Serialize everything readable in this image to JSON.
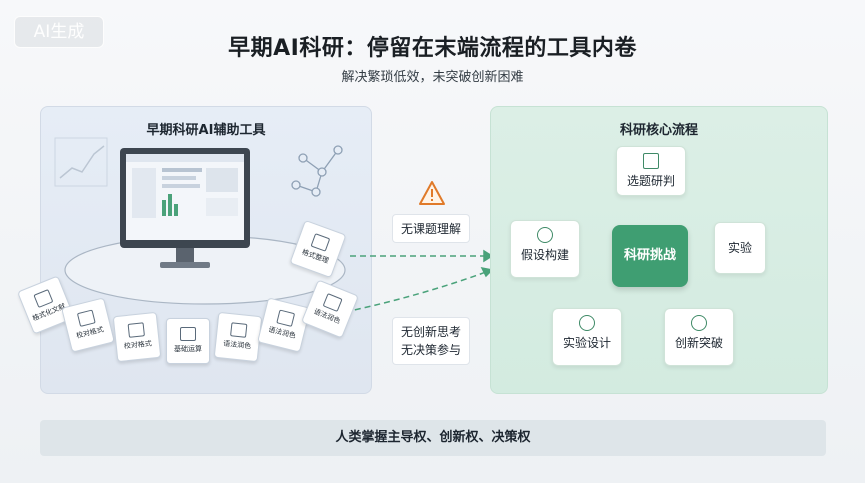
{
  "watermark": "AI生成",
  "title": "早期AI科研：停留在末端流程的工具内卷",
  "subtitle": "解决繁琐低效，未突破创新困难",
  "left_panel": {
    "title": "早期科研AI辅助工具",
    "cards": [
      "格式整理",
      "格式化文献",
      "校对格式",
      "校对格式",
      "基础运算",
      "语法润色",
      "语法润色",
      "语法润色"
    ]
  },
  "middle": {
    "top_label": "无课题理解",
    "bottom_label_1": "无创新思考",
    "bottom_label_2": "无决策参与",
    "warning_icon": "warning-icon"
  },
  "right_panel": {
    "title": "科研核心流程",
    "center": "科研挑战",
    "nodes": {
      "top": "选题研判",
      "left": "假设构建",
      "right": "实验",
      "bottom_left": "实验设计",
      "bottom_right": "创新突破"
    }
  },
  "footer": "人类掌握主导权、创新权、决策权",
  "colors": {
    "accent_green": "#3f9e72",
    "warning_orange": "#e07a2a",
    "left_panel": "#e3eaf4",
    "right_panel": "#d8ede3"
  }
}
